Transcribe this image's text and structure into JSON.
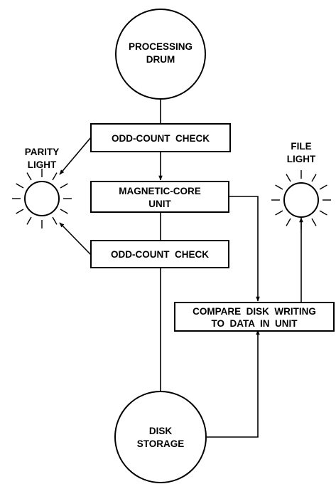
{
  "nodes": {
    "processing_drum": {
      "line1": "PROCESSING",
      "line2": "DRUM"
    },
    "odd_count_check_top": {
      "label": "ODD-COUNT  CHECK"
    },
    "magnetic_core_unit": {
      "line1": "MAGNETIC-CORE",
      "line2": "UNIT"
    },
    "odd_count_check_bottom": {
      "label": "ODD-COUNT  CHECK"
    },
    "compare_unit": {
      "line1": "COMPARE  DISK  WRITING",
      "line2": "TO  DATA  IN  UNIT"
    },
    "disk_storage": {
      "line1": "DISK",
      "line2": "STORAGE"
    },
    "parity_light": {
      "line1": "PARITY",
      "line2": "LIGHT"
    },
    "file_light": {
      "line1": "FILE",
      "line2": "LIGHT"
    }
  },
  "icons": {
    "parity_light": "light-bulb-with-rays",
    "file_light": "light-bulb-with-rays"
  },
  "colors": {
    "ink": "#000000",
    "background": "#ffffff"
  }
}
